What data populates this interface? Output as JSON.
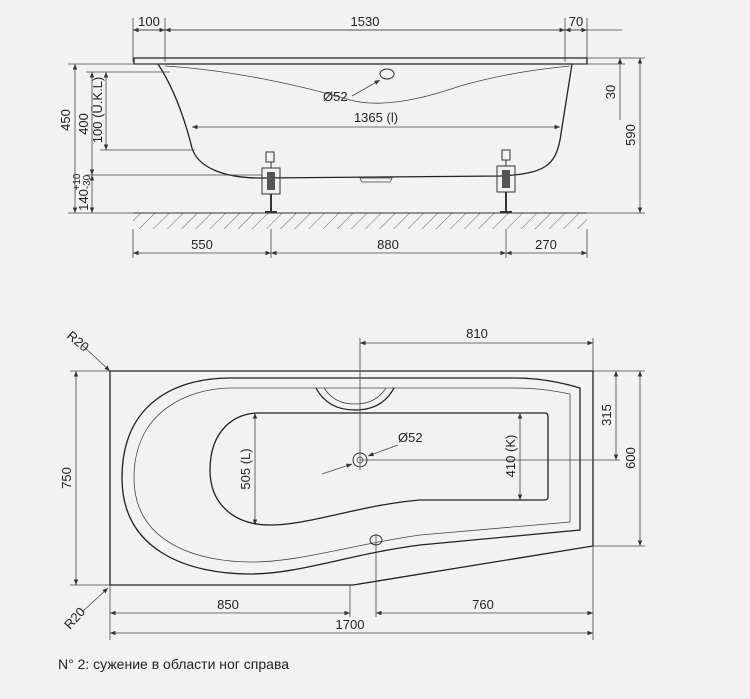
{
  "side_view": {
    "top_dims": {
      "left": "100",
      "middle": "1530",
      "right": "70"
    },
    "drain": "Ø52",
    "inner_length": "1365 (l)",
    "left_dims": {
      "total": "450",
      "inner": "400",
      "overflow": "100 (Ü.K.L)",
      "feet": "140",
      "feet_tol_plus": "+10",
      "feet_tol_minus": "-30"
    },
    "right_dims": {
      "rim": "30",
      "total": "590"
    },
    "bottom_dims": {
      "left": "550",
      "middle": "880",
      "right": "270"
    }
  },
  "plan_view": {
    "radius_top": "R20",
    "radius_bottom": "R20",
    "top_dim": "810",
    "drain": "Ø52",
    "length_left": "505 (L)",
    "width_right": "410 (K)",
    "width": "750",
    "right_dims": {
      "narrow": "315",
      "total": "600"
    },
    "bottom_dims": {
      "left": "850",
      "right": "760",
      "total": "1700"
    }
  },
  "caption": "N° 2: сужение в области ног справа"
}
